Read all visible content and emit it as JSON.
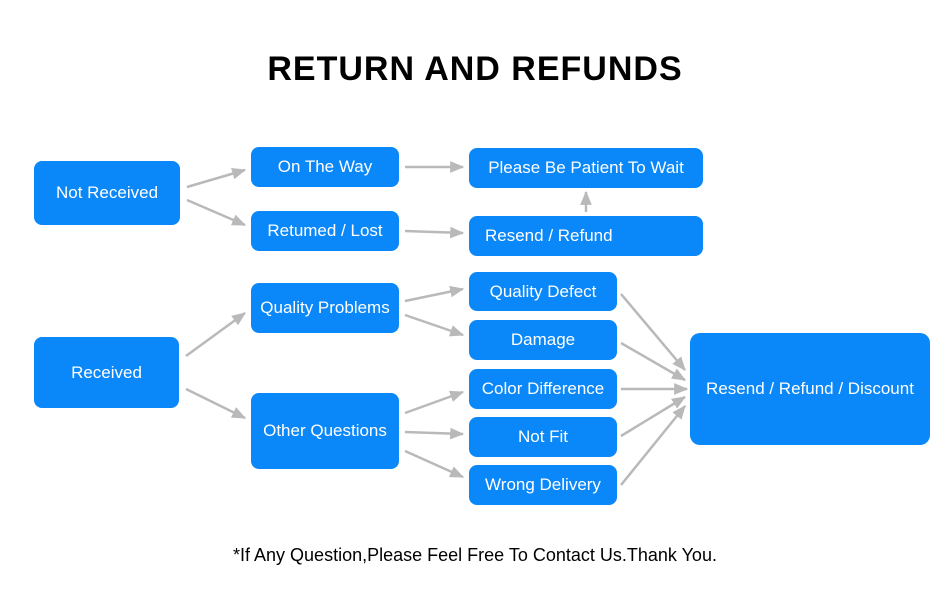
{
  "title": "RETURN AND REFUNDS",
  "footer": "*If Any Question,Please Feel Free To Contact Us.Thank You.",
  "colors": {
    "box": "#0a87f8",
    "box-text": "#ffffff",
    "arrow": "#b9b9b9",
    "title-text": "#000000",
    "bg": "#ffffff"
  },
  "nodes": {
    "not_received": "Not Received",
    "on_the_way": "On The Way",
    "returned_lost": "Retumed / Lost",
    "please_wait": "Please Be Patient To Wait",
    "resend_refund": "Resend / Refund",
    "received": "Received",
    "quality_problems": "Quality Problems",
    "other_questions": "Other Questions",
    "quality_defect": "Quality Defect",
    "damage": "Damage",
    "color_difference": "Color Difference",
    "not_fit": "Not Fit",
    "wrong_delivery": "Wrong Delivery",
    "resend_refund_discount": "Resend / Refund / Discount"
  },
  "edges": [
    {
      "from": "Not Received",
      "to": "On The Way"
    },
    {
      "from": "Not Received",
      "to": "Retumed / Lost"
    },
    {
      "from": "On The Way",
      "to": "Please Be Patient To Wait"
    },
    {
      "from": "Retumed / Lost",
      "to": "Resend / Refund"
    },
    {
      "from": "Resend / Refund",
      "to": "Please Be Patient To Wait"
    },
    {
      "from": "Received",
      "to": "Quality Problems"
    },
    {
      "from": "Received",
      "to": "Other Questions"
    },
    {
      "from": "Quality Problems",
      "to": "Quality Defect"
    },
    {
      "from": "Quality Problems",
      "to": "Damage"
    },
    {
      "from": "Other Questions",
      "to": "Color Difference"
    },
    {
      "from": "Other Questions",
      "to": "Not Fit"
    },
    {
      "from": "Other Questions",
      "to": "Wrong Delivery"
    },
    {
      "from": "Quality Defect",
      "to": "Resend / Refund / Discount"
    },
    {
      "from": "Damage",
      "to": "Resend / Refund / Discount"
    },
    {
      "from": "Color Difference",
      "to": "Resend / Refund / Discount"
    },
    {
      "from": "Not Fit",
      "to": "Resend / Refund / Discount"
    },
    {
      "from": "Wrong Delivery",
      "to": "Resend / Refund / Discount"
    }
  ]
}
